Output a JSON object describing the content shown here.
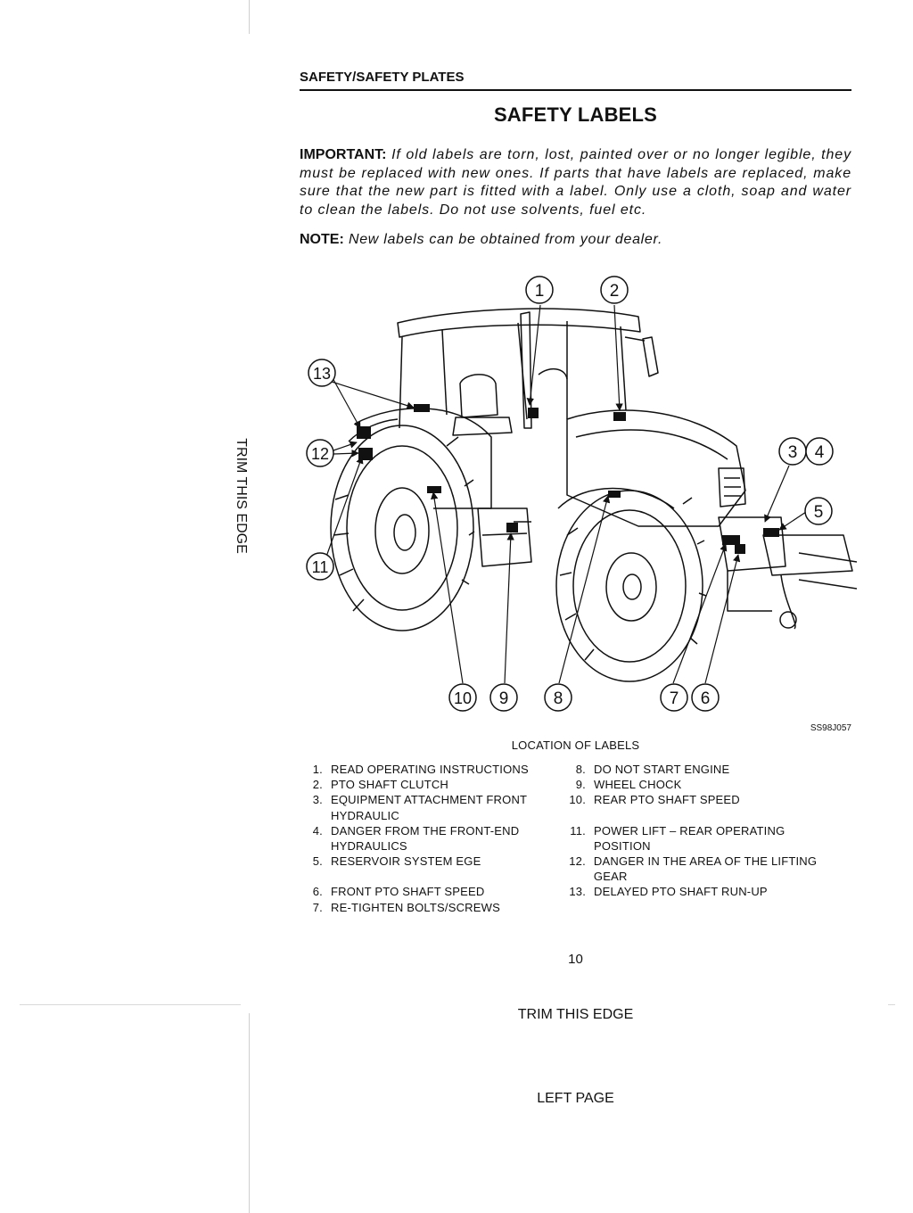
{
  "header": {
    "section": "SAFETY/SAFETY PLATES"
  },
  "title": "SAFETY LABELS",
  "important": {
    "label": "IMPORTANT:",
    "text": "If old labels are torn, lost, painted over or no longer legible, they must be replaced with new ones. If parts that have labels are replaced, make sure that the new part is fitted with a label. Only use a cloth, soap and water to clean the labels. Do not use solvents, fuel etc."
  },
  "note": {
    "label": "NOTE:",
    "text": "New labels can be obtained from your dealer."
  },
  "figure": {
    "callouts": [
      "1",
      "2",
      "3",
      "4",
      "5",
      "6",
      "7",
      "8",
      "9",
      "10",
      "11",
      "12",
      "13"
    ],
    "id": "SS98J057",
    "caption": "LOCATION OF LABELS"
  },
  "legend": {
    "left": [
      {
        "num": "1.",
        "text": "READ OPERATING INSTRUCTIONS"
      },
      {
        "num": "2.",
        "text": "PTO SHAFT CLUTCH"
      },
      {
        "num": "3.",
        "text": "EQUIPMENT ATTACHMENT FRONT HYDRAULIC"
      },
      {
        "num": "4.",
        "text": "DANGER FROM THE FRONT-END HYDRAULICS"
      },
      {
        "num": "5.",
        "text": "RESERVOIR SYSTEM EGE"
      },
      {
        "num": "6.",
        "text": "FRONT PTO SHAFT SPEED"
      },
      {
        "num": "7.",
        "text": "RE-TIGHTEN BOLTS/SCREWS"
      }
    ],
    "right": [
      {
        "num": "8.",
        "text": "DO NOT START ENGINE"
      },
      {
        "num": "9.",
        "text": "WHEEL CHOCK"
      },
      {
        "num": "10.",
        "text": "REAR PTO SHAFT SPEED"
      },
      {
        "num": "11.",
        "text": "POWER LIFT – REAR OPERATING POSITION"
      },
      {
        "num": "12.",
        "text": "DANGER IN THE AREA OF THE LIFTING GEAR"
      },
      {
        "num": "13.",
        "text": "DELAYED PTO SHAFT RUN-UP"
      }
    ]
  },
  "page_number": "10",
  "trim_side": "TRIM THIS EDGE",
  "trim_bottom": "TRIM THIS EDGE",
  "left_page": "LEFT PAGE"
}
